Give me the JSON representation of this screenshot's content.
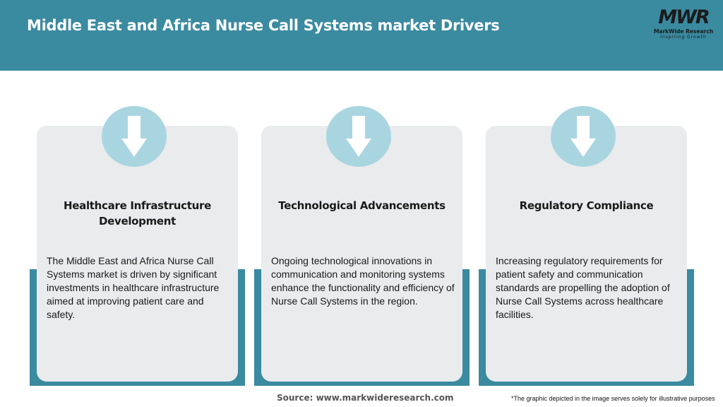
{
  "header": {
    "title": "Middle East and Africa Nurse Call Systems market Drivers",
    "logo": {
      "mark": "MWR",
      "name": "MarkWide Research",
      "tagline": "Inspiring Growth"
    }
  },
  "cards": [
    {
      "icon": "down-arrow-icon",
      "title": "Healthcare Infrastructure Development",
      "description": "The Middle East and Africa Nurse Call Systems market is driven by significant investments in healthcare infrastructure aimed at improving patient care and safety."
    },
    {
      "icon": "down-arrow-icon",
      "title": "Technological Advancements",
      "description": "Ongoing technological innovations in communication and monitoring systems enhance the functionality and efficiency of Nurse Call Systems in the region."
    },
    {
      "icon": "down-arrow-icon",
      "title": "Regulatory Compliance",
      "description": "Increasing regulatory requirements for patient safety and communication standards are propelling the adoption of Nurse Call Systems across healthcare facilities."
    }
  ],
  "footer": {
    "source": "Source: www.markwideresearch.com",
    "disclaimer": "*The graphic depicted in the image serves solely for illustrative purposes"
  },
  "colors": {
    "header_bg": "#3a8aa0",
    "card_bg": "#e9ebec",
    "icon_circle": "#a9d5e1",
    "accent_block": "#3a8aa0"
  }
}
